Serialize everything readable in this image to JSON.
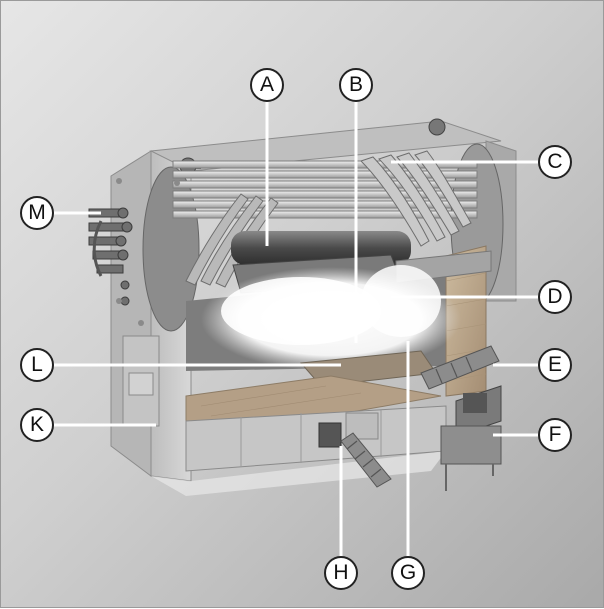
{
  "callouts": [
    {
      "id": "A",
      "label": "A"
    },
    {
      "id": "B",
      "label": "B"
    },
    {
      "id": "C",
      "label": "C"
    },
    {
      "id": "D",
      "label": "D"
    },
    {
      "id": "E",
      "label": "E"
    },
    {
      "id": "F",
      "label": "F"
    },
    {
      "id": "G",
      "label": "G"
    },
    {
      "id": "H",
      "label": "H"
    },
    {
      "id": "K",
      "label": "K"
    },
    {
      "id": "L",
      "label": "L"
    },
    {
      "id": "M",
      "label": "M"
    }
  ],
  "colors": {
    "background_light": "#e6e6e6",
    "background_dark": "#a9a9a9",
    "casing": "#c8c8c8",
    "refractory": "#b9a58e",
    "flame": "#ffffff",
    "leader_line": "#ffffff"
  }
}
